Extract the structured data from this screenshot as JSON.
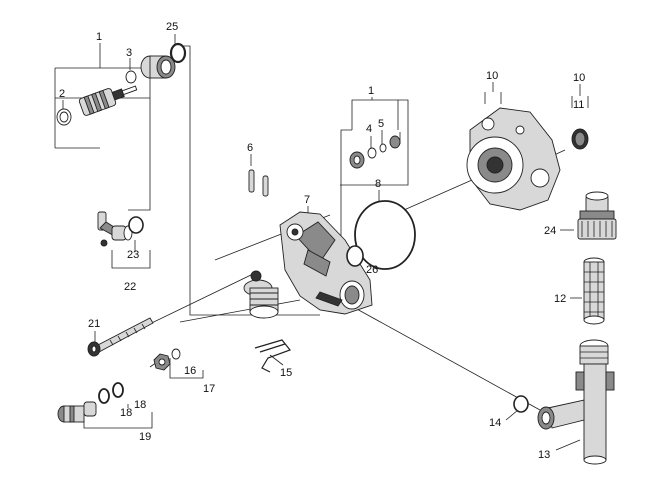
{
  "callouts": {
    "c1_top": "1",
    "c2": "2",
    "c3": "3",
    "c25": "25",
    "c23": "23",
    "c22": "22",
    "c6": "6",
    "c7": "7",
    "c1_mid": "1",
    "c4": "4",
    "c5": "5",
    "c8": "8",
    "c26": "26",
    "c10_a": "10",
    "c10_b": "10",
    "c11": "11",
    "c24": "24",
    "c12": "12",
    "c21": "21",
    "c15": "15",
    "c16": "16",
    "c17": "17",
    "c18_a": "18",
    "c18_b": "18",
    "c19": "19",
    "c14": "14",
    "c13": "13"
  }
}
